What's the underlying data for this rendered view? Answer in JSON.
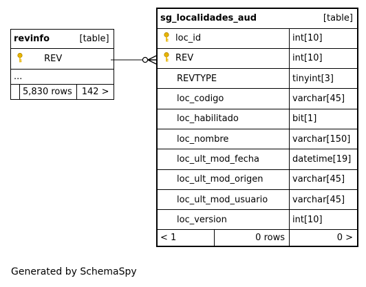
{
  "revinfo": {
    "name": "revinfo",
    "kind": "[table]",
    "columns": [
      {
        "name": "REV",
        "key": "key-icon",
        "key_color": "#e8b400"
      }
    ],
    "ellipsis": "...",
    "rows_label": "5,830 rows",
    "children_label": "142 >"
  },
  "aud": {
    "name": "sg_localidades_aud",
    "kind": "[table]",
    "columns": [
      {
        "name": "loc_id",
        "type": "int[10]",
        "key": true
      },
      {
        "name": "REV",
        "type": "int[10]",
        "key": true
      },
      {
        "name": "REVTYPE",
        "type": "tinyint[3]",
        "key": false
      },
      {
        "name": "loc_codigo",
        "type": "varchar[45]",
        "key": false
      },
      {
        "name": "loc_habilitado",
        "type": "bit[1]",
        "key": false
      },
      {
        "name": "loc_nombre",
        "type": "varchar[150]",
        "key": false
      },
      {
        "name": "loc_ult_mod_fecha",
        "type": "datetime[19]",
        "key": false
      },
      {
        "name": "loc_ult_mod_origen",
        "type": "varchar[45]",
        "key": false
      },
      {
        "name": "loc_ult_mod_usuario",
        "type": "varchar[45]",
        "key": false
      },
      {
        "name": "loc_version",
        "type": "int[10]",
        "key": false
      }
    ],
    "parents_label": "< 1",
    "rows_label": "0 rows",
    "children_label": "0 >"
  },
  "footer": "Generated by SchemaSpy"
}
